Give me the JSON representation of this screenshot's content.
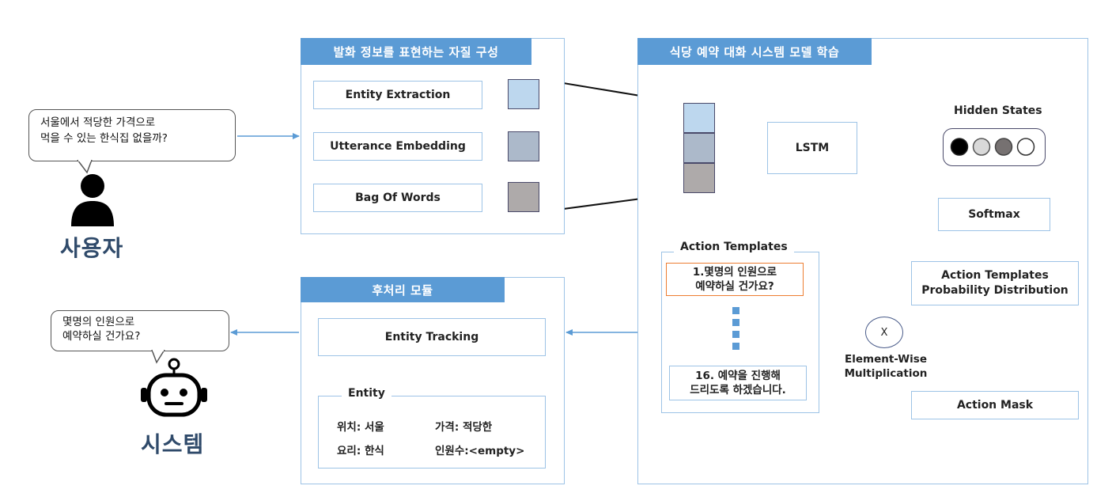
{
  "user": {
    "label": "사용자",
    "utterance_line1": "서울에서 적당한 가격으로",
    "utterance_line2": "먹을 수 있는 한식집 없을까?"
  },
  "system": {
    "label": "시스템",
    "response_line1": "몇명의 인원으로",
    "response_line2": "예약하실 건가요?"
  },
  "feature_panel": {
    "title": "발화 정보를 표현하는 자질 구성",
    "features": [
      "Entity Extraction",
      "Utterance Embedding",
      "Bag Of Words"
    ]
  },
  "training_panel": {
    "title": "식당 예약 대화 시스템 모델 학습",
    "lstm": "LSTM",
    "hidden_states": "Hidden States",
    "softmax": "Softmax",
    "prob_dist_line1": "Action Templates",
    "prob_dist_line2": "Probability Distribution",
    "action_mask": "Action Mask",
    "multiply_symbol": "X",
    "multiply_label_line1": "Element-Wise",
    "multiply_label_line2": "Multiplication",
    "action_templates_title": "Action Templates",
    "template_first_line1": "1.몇명의 인원으로",
    "template_first_line2": "예약하실 건가요?",
    "template_last_line1": "16. 예약을 진행해",
    "template_last_line2": "드리도록 하겠습니다."
  },
  "post_panel": {
    "title": "후처리 모듈",
    "entity_tracking": "Entity Tracking",
    "entity_title": "Entity",
    "location": "위치: 서울",
    "price": "가격: 적당한",
    "cuisine": "요리: 한식",
    "people": "인원수:<empty>"
  },
  "colors": {
    "accent": "#5b9bd5",
    "border": "#9dc3e6",
    "arrow": "#5b9bd5",
    "highlight_border": "#ed7d31",
    "feature_entity": "#bdd7ee",
    "feature_embedding": "#acb9ca",
    "feature_bow": "#aeaaaa"
  }
}
